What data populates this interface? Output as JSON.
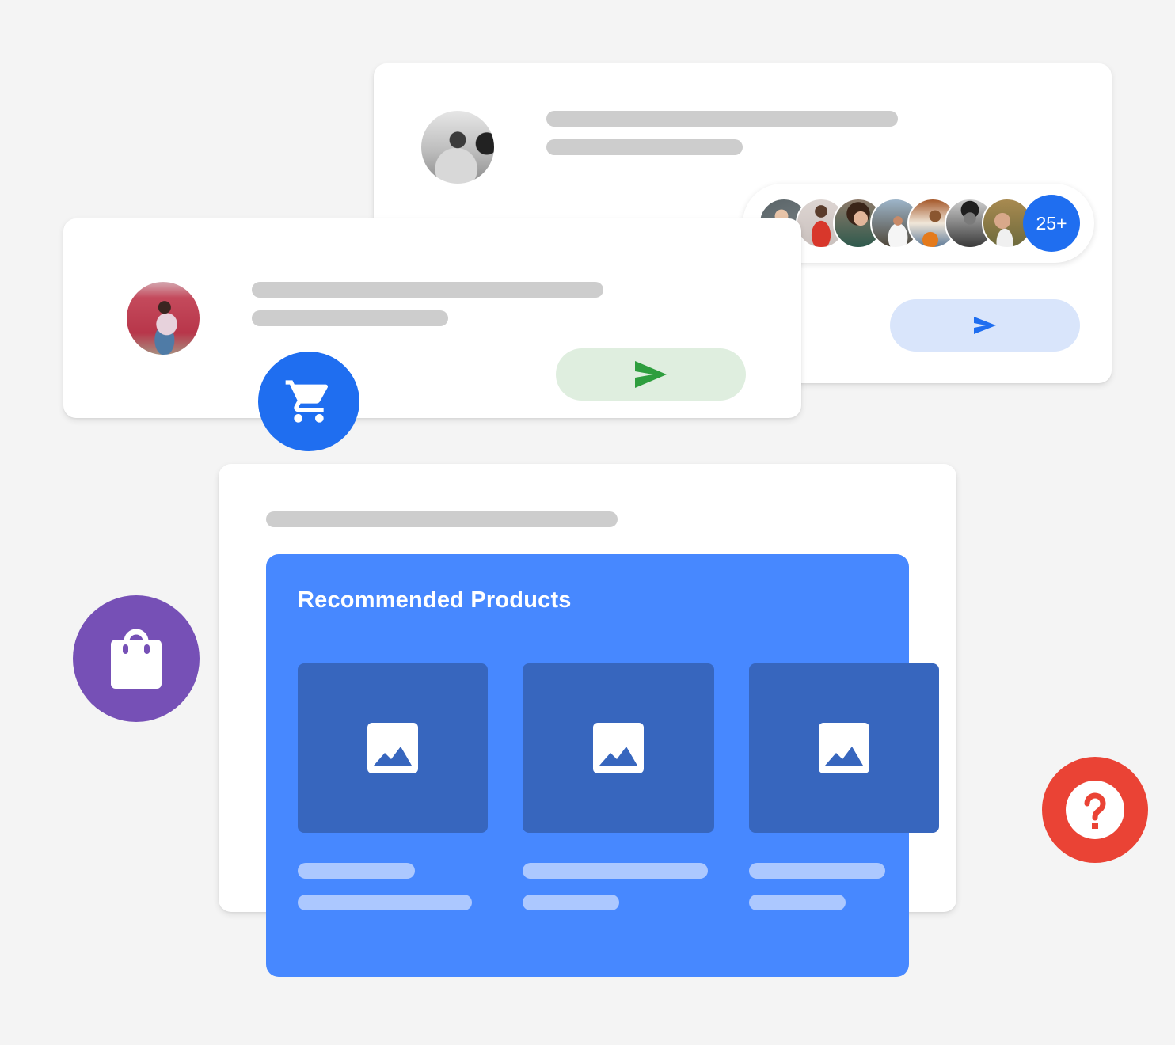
{
  "colors": {
    "background": "#f4f4f4",
    "card": "#ffffff",
    "skeleton": "#cdcdcd",
    "accent_blue": "#1f6ef0",
    "green_send": "#2e9e3e",
    "green_send_bg": "#dfeedf",
    "blue_send_bg": "#d9e5fb",
    "recommended_bg": "#4788ff",
    "product_tile": "#3766be",
    "product_skeleton": "#acc8ff",
    "shopping_bag": "#7650b6",
    "help": "#ea4335"
  },
  "back_card": {
    "avatar": "avatar-woman-grayscale",
    "send_button_icon": "send-icon",
    "participants": {
      "avatars": [
        "avatar-1",
        "avatar-2",
        "avatar-3",
        "avatar-4",
        "avatar-5",
        "avatar-6",
        "avatar-7"
      ],
      "overflow_count": "25+"
    }
  },
  "front_card": {
    "avatar": "avatar-woman-red-wall",
    "send_button_icon": "send-icon"
  },
  "floating_icons": {
    "cart": "shopping-cart-icon",
    "bag": "shopping-bag-icon",
    "help": "help-icon"
  },
  "recommended": {
    "title": "Recommended Products",
    "products": [
      {
        "icon": "image-placeholder-icon"
      },
      {
        "icon": "image-placeholder-icon"
      },
      {
        "icon": "image-placeholder-icon"
      }
    ]
  }
}
